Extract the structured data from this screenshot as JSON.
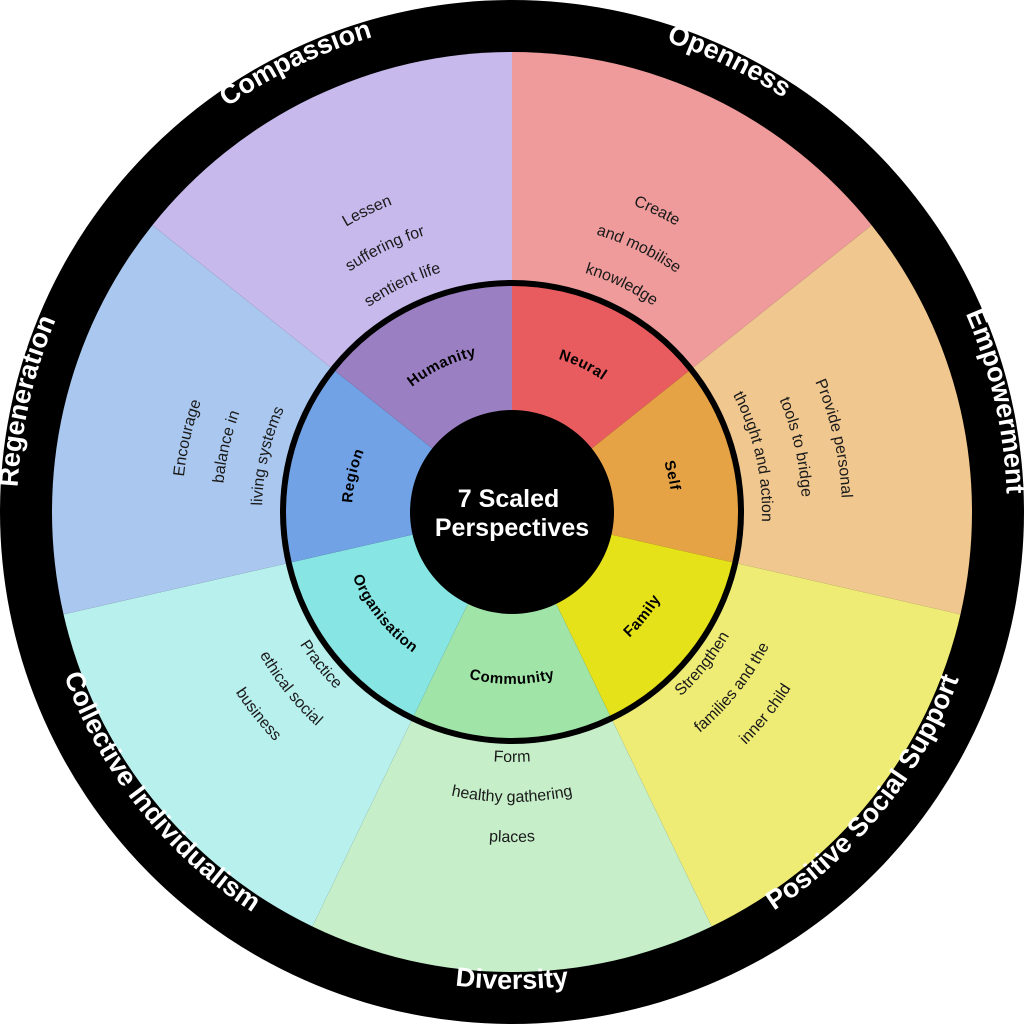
{
  "center": {
    "title_lines": [
      "7 Scaled",
      "Perspectives"
    ],
    "color": "#000000"
  },
  "ring_color": "#000000",
  "outer_segments": [
    {
      "label": "Openness",
      "color": "#ef9b9b",
      "description": [
        "Create",
        "and mobilise",
        "knowledge"
      ]
    },
    {
      "label": "Empowerment",
      "color": "#f0c78f",
      "description": [
        "Provide personal",
        "tools to bridge",
        "thought and action"
      ]
    },
    {
      "label": "Positive Social Support",
      "color": "#efec76",
      "description": [
        "Strengthen",
        "families and the",
        "inner child"
      ]
    },
    {
      "label": "Diversity",
      "color": "#c6efc9",
      "description": [
        "Form",
        "healthy gathering",
        "places"
      ]
    },
    {
      "label": "Collective Individualism",
      "color": "#b8f0ee",
      "description": [
        "Practice",
        "ethical social",
        "business"
      ]
    },
    {
      "label": "Regeneration",
      "color": "#aac8ef",
      "description": [
        "Encourage",
        "balance in",
        "living systems"
      ]
    },
    {
      "label": "Compassion",
      "color": "#c7b9ec",
      "description": [
        "Lessen",
        "suffering for",
        "sentient life"
      ]
    }
  ],
  "inner_segments": [
    {
      "label": "Neural",
      "color": "#e85b5e"
    },
    {
      "label": "Self",
      "color": "#e6a346"
    },
    {
      "label": "Family",
      "color": "#e6e21a"
    },
    {
      "label": "Community",
      "color": "#a1e4a8"
    },
    {
      "label": "Organisation",
      "color": "#87e6e4"
    },
    {
      "label": "Region",
      "color": "#71a2e6"
    },
    {
      "label": "Humanity",
      "color": "#9b7fc3"
    }
  ]
}
